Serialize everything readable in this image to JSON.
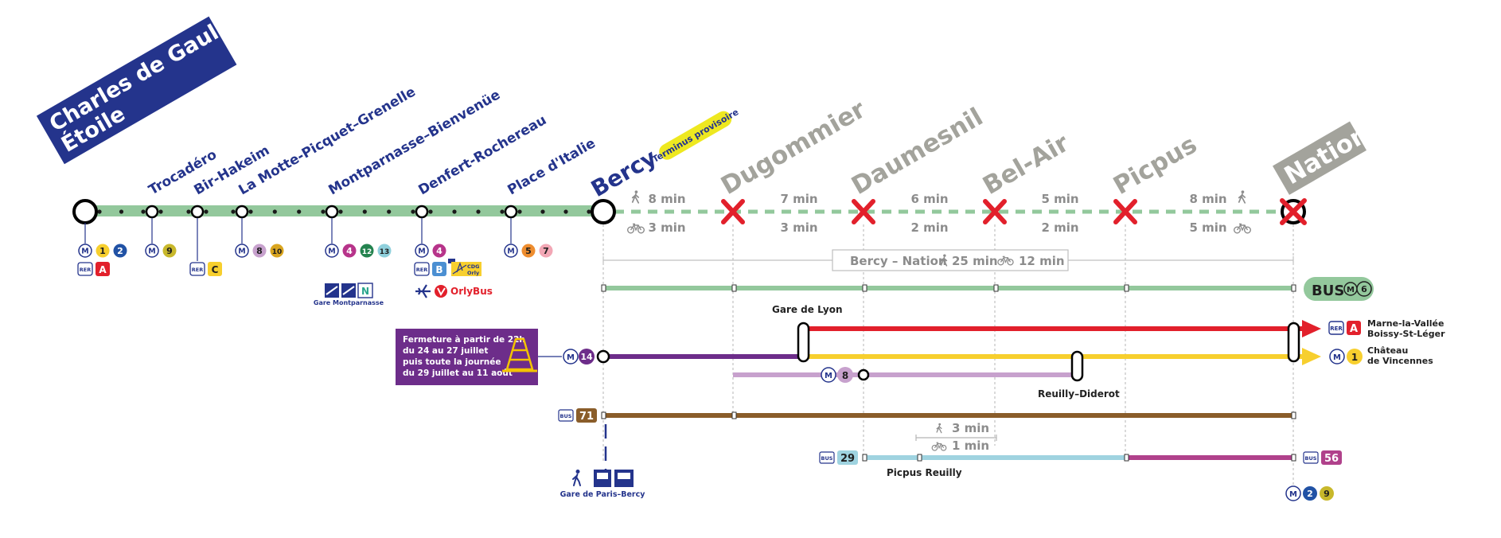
{
  "colors": {
    "navy": "#24348c",
    "closed_grey": "#a3a39c",
    "metro6_green": "#93c89c",
    "rer_a_red": "#e2202b",
    "m1_yellow": "#f7cf2e",
    "m14_purple": "#6d2d8a",
    "m8_lilac": "#c7a1cd",
    "bus71_brown": "#8a5d2a",
    "bus29_blue": "#9fd3e0",
    "bus56_magenta": "#b0418b",
    "cross_red": "#e2202b"
  },
  "open_stations": [
    {
      "name": "Charles de Gaulle\nÉtoile"
    },
    {
      "name": "Trocadéro"
    },
    {
      "name": "Bir-Hakeim"
    },
    {
      "name": "La Motte-Picquet–Grenelle"
    },
    {
      "name": "Montparnasse–Bienvenüe"
    },
    {
      "name": "Denfert-Rochereau"
    },
    {
      "name": "Place d'Italie"
    }
  ],
  "terminus": {
    "name": "Bercy",
    "badge": "Terminus provisoire"
  },
  "closed_stations": [
    {
      "name": "Dugommier"
    },
    {
      "name": "Daumesnil"
    },
    {
      "name": "Bel-Air"
    },
    {
      "name": "Picpus"
    },
    {
      "name": "Nation"
    }
  ],
  "segments": [
    {
      "walk": "8 min",
      "bike": "3 min"
    },
    {
      "walk": "7 min",
      "bike": "3 min"
    },
    {
      "walk": "6 min",
      "bike": "2 min"
    },
    {
      "walk": "5 min",
      "bike": "2 min"
    },
    {
      "walk": "8 min",
      "bike": "5 min"
    }
  ],
  "summary": {
    "route": "Bercy – Nation",
    "walk": "25 min",
    "bike": "12 min"
  },
  "labels": {
    "m": "M",
    "rer": "RER",
    "bus": "BUS",
    "cdg": "CDG\nOrly",
    "orlybus": "OrlyBus",
    "gare_montparnasse": "Gare Montparnasse",
    "gare_bercy": "Gare de Paris–Bercy",
    "gare_de_lyon": "Gare de Lyon",
    "reuilly": "Reuilly–Diderot",
    "picpus_reuilly": "Picpus Reuilly",
    "sub_walk": "3 min",
    "sub_bike": "1 min",
    "m6_replacement": "BUS",
    "rer_a_dest": "Marne-la-Vallée\nBoissy-St-Léger",
    "m1_dest": "Château\nde Vincennes",
    "notice": "Fermeture à partir de 22h\ndu 24 au 27 juillet\npuis toute la journée\ndu 29 juillet au 11 août"
  },
  "lines": {
    "m1": "1",
    "m2": "2",
    "m4": "4",
    "m5": "5",
    "m6": "6",
    "m7": "7",
    "m8": "8",
    "m9": "9",
    "m10": "10",
    "m12": "12",
    "m13": "13",
    "m14": "14",
    "rer_a": "A",
    "rer_b": "B",
    "rer_c": "C",
    "n": "N",
    "bus71": "71",
    "bus29": "29",
    "bus56": "56"
  }
}
